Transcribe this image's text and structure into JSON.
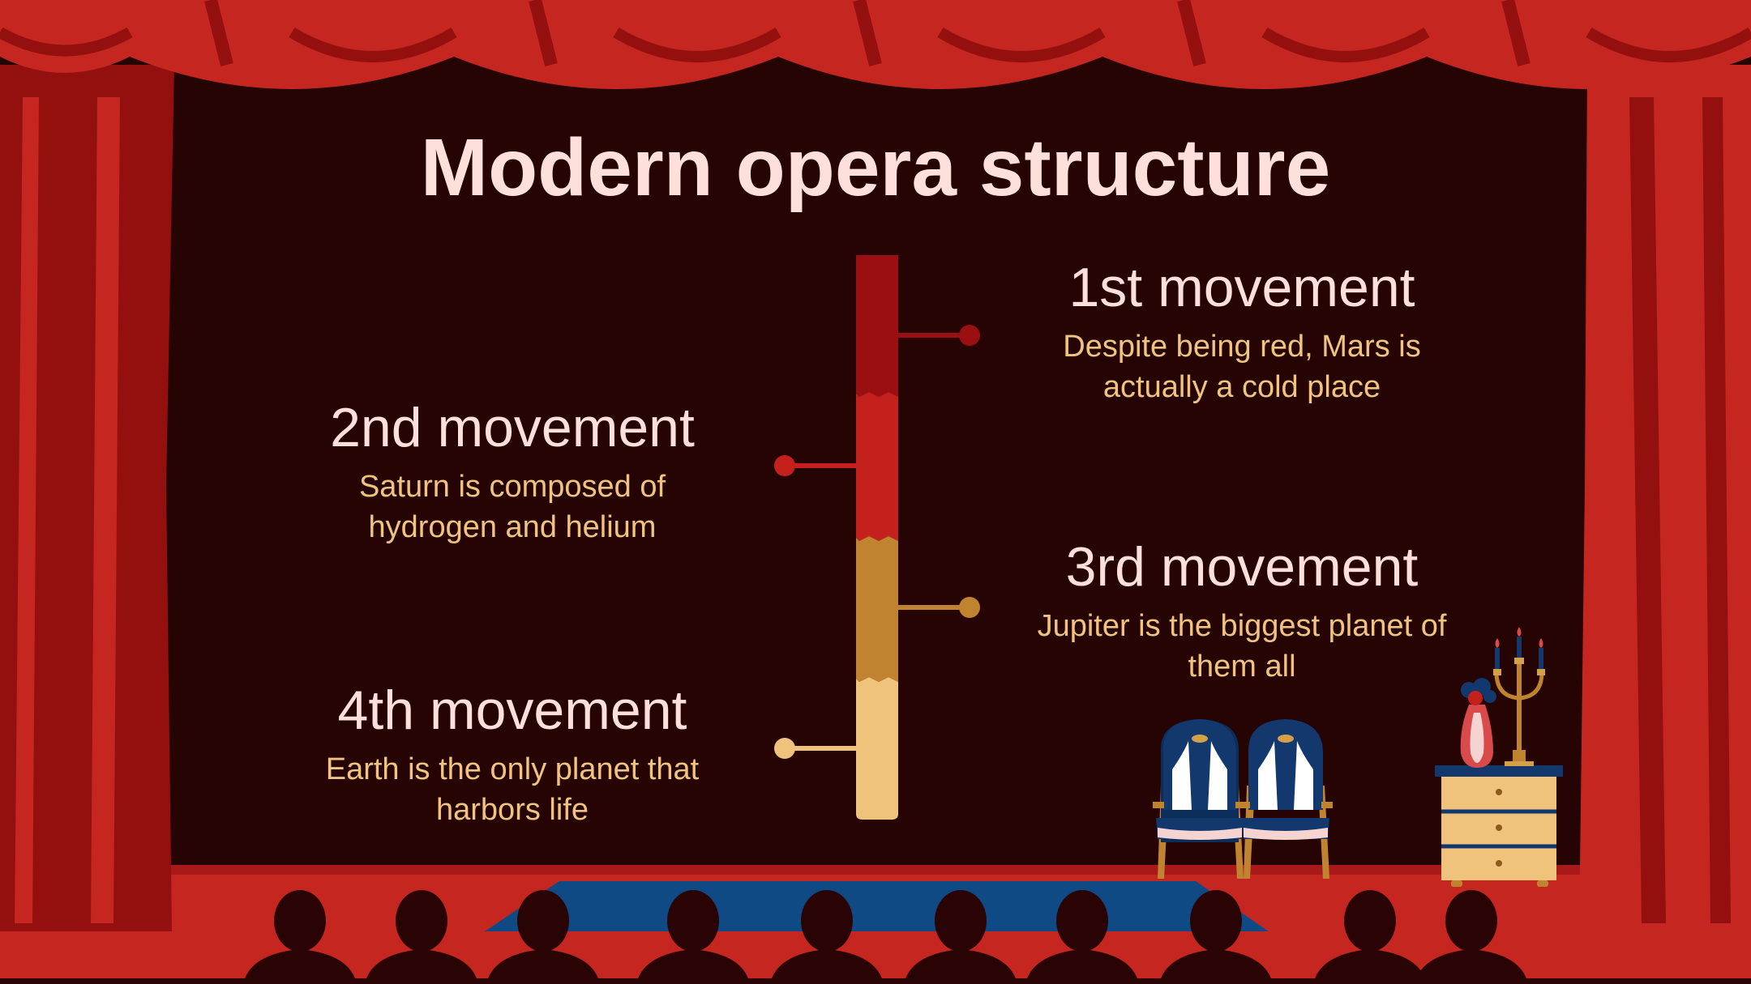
{
  "slide": {
    "title": "Modern opera structure"
  },
  "movements": [
    {
      "heading": "1st movement",
      "description_lines": [
        "Despite being red, Mars is",
        "actually a cold place"
      ],
      "color": "#9b0e12"
    },
    {
      "heading": "2nd movement",
      "description_lines": [
        "Saturn is composed of",
        "hydrogen and helium"
      ],
      "color": "#c4211c"
    },
    {
      "heading": "3rd movement",
      "description_lines": [
        "Jupiter is the biggest planet of",
        "them all"
      ],
      "color": "#c0832f"
    },
    {
      "heading": "4th movement",
      "description_lines": [
        "Earth is the only planet that",
        "harbors life"
      ],
      "color": "#efc37c"
    }
  ],
  "palette": {
    "background": "#260404",
    "curtain_dark": "#93100f",
    "curtain_light": "#c62620",
    "stage_floor": "#c62620",
    "rug": "#0f4a85",
    "audience": "#2a0404",
    "heading_text": "#fde0dc",
    "description_text": "#f0c47f"
  }
}
